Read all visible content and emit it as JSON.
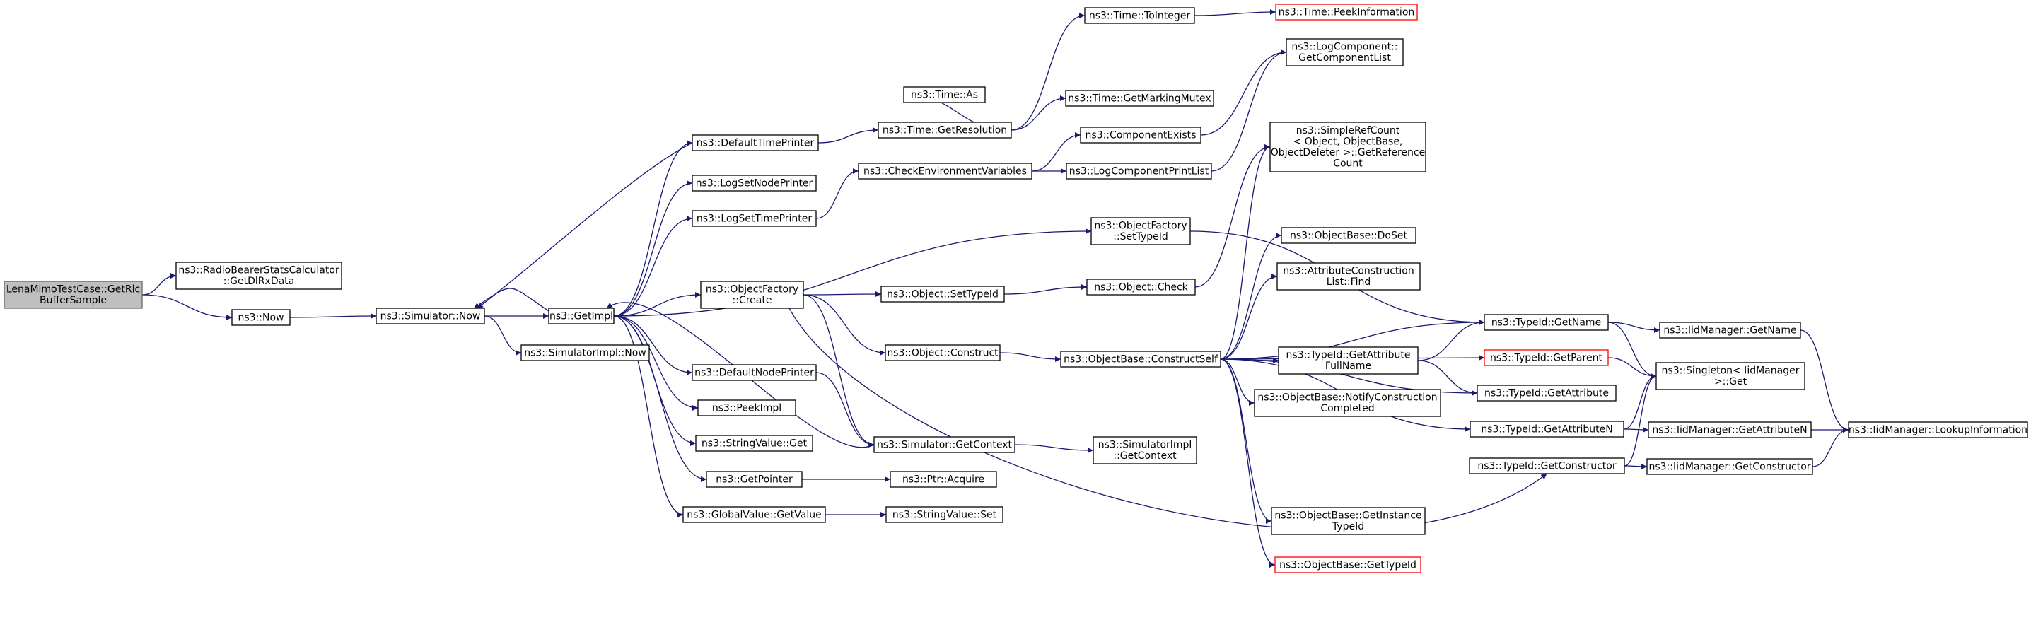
{
  "nodes": {
    "root": [
      "LenaMimoTestCase::GetRlc",
      "BufferSample"
    ],
    "radio": [
      "ns3::RadioBearerStatsCalculator",
      "::GetDlRxData"
    ],
    "now": [
      "ns3::Now"
    ],
    "simnow": [
      "ns3::Simulator::Now"
    ],
    "getimpl": [
      "ns3::GetImpl"
    ],
    "simimplnow": [
      "ns3::SimulatorImpl::Now"
    ],
    "deftimeprinter": [
      "ns3::DefaultTimePrinter"
    ],
    "logsetnodeprinter": [
      "ns3::LogSetNodePrinter"
    ],
    "logsettimeprinter": [
      "ns3::LogSetTimePrinter"
    ],
    "objfactorycreate": [
      "ns3::ObjectFactory",
      "::Create"
    ],
    "defnodeprinter": [
      "ns3::DefaultNodePrinter"
    ],
    "peekimpl": [
      "ns3::PeekImpl"
    ],
    "stringvalueget": [
      "ns3::StringValue::Get"
    ],
    "getpointer": [
      "ns3::GetPointer"
    ],
    "globalvalueget": [
      "ns3::GlobalValue::GetValue"
    ],
    "timeas": [
      "ns3::Time::As"
    ],
    "timegetres": [
      "ns3::Time::GetResolution"
    ],
    "checkenv": [
      "ns3::CheckEnvironmentVariables"
    ],
    "objsettypeid": [
      "ns3::Object::SetTypeId"
    ],
    "objconstruct": [
      "ns3::Object::Construct"
    ],
    "simgetcontext": [
      "ns3::Simulator::GetContext"
    ],
    "ptracquire": [
      "ns3::Ptr::Acquire"
    ],
    "stringvalueset": [
      "ns3::StringValue::Set"
    ],
    "timetointeger": [
      "ns3::Time::ToInteger"
    ],
    "timemarkingmutex": [
      "ns3::Time::GetMarkingMutex"
    ],
    "componentexists": [
      "ns3::ComponentExists"
    ],
    "logcompprintlist": [
      "ns3::LogComponentPrintList"
    ],
    "objfactorysettypeid": [
      "ns3::ObjectFactory",
      "::SetTypeId"
    ],
    "objcheck": [
      "ns3::Object::Check"
    ],
    "objbaseconstructself": [
      "ns3::ObjectBase::ConstructSelf"
    ],
    "simimplgetcontext": [
      "ns3::SimulatorImpl",
      "::GetContext"
    ],
    "timepeekinfo": [
      "ns3::Time::PeekInformation"
    ],
    "logcompgetlist": [
      "ns3::LogComponent::",
      "GetComponentList"
    ],
    "simplerefcount": [
      "ns3::SimpleRefCount",
      "< Object, ObjectBase,",
      "ObjectDeleter >::GetReference",
      "Count"
    ],
    "objbasedoset": [
      "ns3::ObjectBase::DoSet"
    ],
    "attrconstructionfind": [
      "ns3::AttributeConstruction",
      "List::Find"
    ],
    "typeidgetattrfullname": [
      "ns3::TypeId::GetAttribute",
      "FullName"
    ],
    "objbasenotify": [
      "ns3::ObjectBase::NotifyConstruction",
      "Completed"
    ],
    "objbasegetinstance": [
      "ns3::ObjectBase::GetInstance",
      "TypeId"
    ],
    "objbasegettypeid": [
      "ns3::ObjectBase::GetTypeId"
    ],
    "typeidgetname": [
      "ns3::TypeId::GetName"
    ],
    "typeidgetparent": [
      "ns3::TypeId::GetParent"
    ],
    "typeidgetattribute": [
      "ns3::TypeId::GetAttribute"
    ],
    "typeidgetattributen": [
      "ns3::TypeId::GetAttributeN"
    ],
    "typeidgetconstructor": [
      "ns3::TypeId::GetConstructor"
    ],
    "iidgetname": [
      "ns3::IidManager::GetName"
    ],
    "singletonget": [
      "ns3::Singleton< IidManager",
      ">::Get"
    ],
    "iidgetattributen": [
      "ns3::IidManager::GetAttributeN"
    ],
    "iidgetconstructor": [
      "ns3::IidManager::GetConstructor"
    ],
    "iidlookup": [
      "ns3::IidManager::LookupInformation"
    ]
  },
  "colors": {
    "edge": "#191970",
    "root_fill": "#bfbfbf",
    "truncated_border": "#ff0000"
  }
}
